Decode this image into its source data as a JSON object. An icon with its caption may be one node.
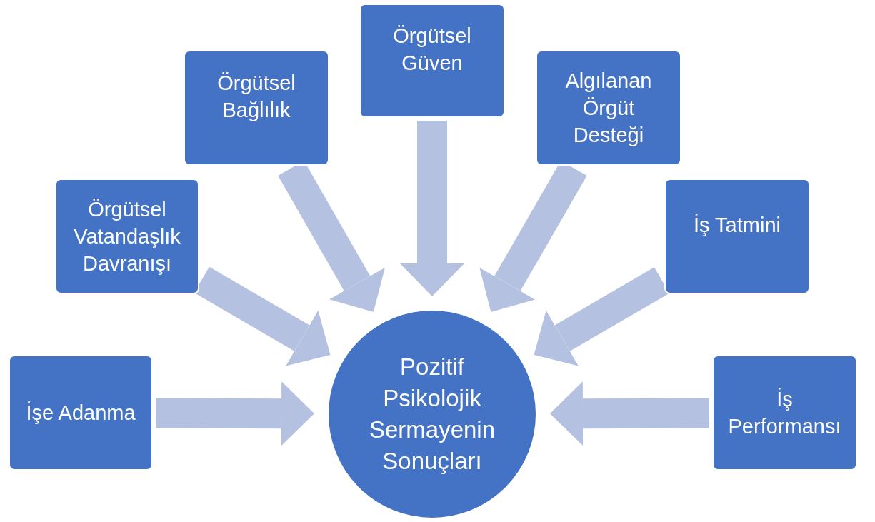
{
  "diagram": {
    "nodes": [
      {
        "text": [
          "İşe Adanma"
        ]
      },
      {
        "text": [
          "Örgütsel Vatandaşlık Davranışı"
        ]
      },
      {
        "text": [
          "Örgütsel Bağlılık"
        ]
      },
      {
        "text": [
          "Örgütsel Güven"
        ]
      },
      {
        "text": [
          "Algılanan Örgüt Desteği"
        ]
      },
      {
        "text": [
          "İş Tatmini"
        ]
      },
      {
        "text": [
          "İş Performansı"
        ]
      },
      {
        "text": [
          "Pozitif Psikolojik Sermayenin Sonuçları"
        ]
      }
    ],
    "edges": [
      {
        "from": 0,
        "to": 7,
        "arrow": "to"
      },
      {
        "from": 1,
        "to": 7,
        "arrow": "to"
      },
      {
        "from": 2,
        "to": 7,
        "arrow": "to"
      },
      {
        "from": 3,
        "to": 7,
        "arrow": "to"
      },
      {
        "from": 4,
        "to": 7,
        "arrow": "to"
      },
      {
        "from": 5,
        "to": 7,
        "arrow": "to"
      },
      {
        "from": 6,
        "to": 7,
        "arrow": "to"
      }
    ]
  }
}
